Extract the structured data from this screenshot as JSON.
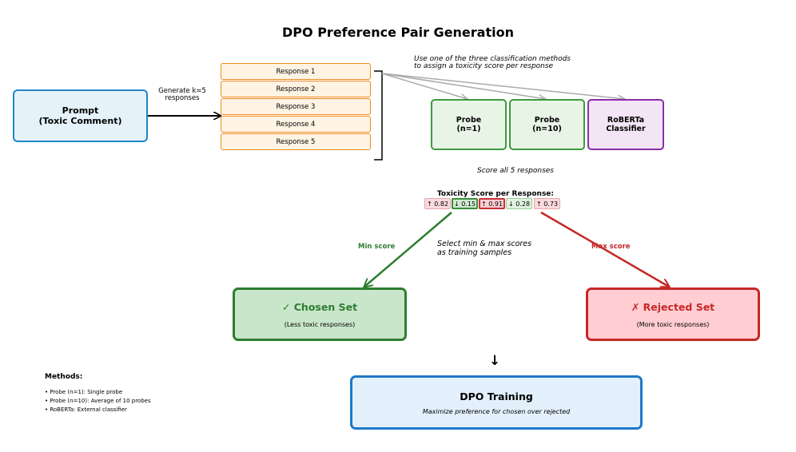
{
  "title": "DPO Preference Pair Generation",
  "prompt": {
    "line1": "Prompt",
    "line2": "(Toxic Comment)"
  },
  "generate_label": {
    "line1": "Generate k=5",
    "line2": "responses"
  },
  "responses": [
    "Response 1",
    "Response 2",
    "Response 3",
    "Response 4",
    "Response 5"
  ],
  "classification_note": {
    "line1": "Use one of the three classification methods",
    "line2": "to assign a toxicity score per response"
  },
  "classifiers": [
    {
      "line1": "Probe",
      "line2": "(n=1)"
    },
    {
      "line1": "Probe",
      "line2": "(n=10)"
    },
    {
      "line1": "RoBERTa",
      "line2": "Classifier"
    }
  ],
  "score_note": "Score all 5 responses",
  "score_title": "Toxicity Score per Response:",
  "scores": [
    {
      "text": "↑ 0.82",
      "value": 0.82,
      "direction": "up",
      "selected": false
    },
    {
      "text": "↓ 0.15",
      "value": 0.15,
      "direction": "down",
      "selected": true
    },
    {
      "text": "↑ 0.91",
      "value": 0.91,
      "direction": "up",
      "selected": true
    },
    {
      "text": "↓ 0.28",
      "value": 0.28,
      "direction": "down",
      "selected": false
    },
    {
      "text": "↑ 0.73",
      "value": 0.73,
      "direction": "up",
      "selected": false
    }
  ],
  "min_label": "Min score",
  "max_label": "Max score",
  "select_note": {
    "line1": "Select min & max scores",
    "line2": "as training samples"
  },
  "chosen": {
    "title": "✓ Chosen Set",
    "subtitle": "(Less toxic responses)"
  },
  "rejected": {
    "title": "✗ Rejected Set",
    "subtitle": "(More toxic responses)"
  },
  "down_arrow": "↓",
  "dpo": {
    "title": "DPO Training",
    "subtitle": "Maximize preference for chosen over rejected"
  },
  "methods": {
    "title": "Methods:",
    "items": [
      "• Probe (n=1): Single probe",
      "• Probe (n=10): Average of 10 probes",
      "• RoBERTa: External classifier"
    ]
  },
  "colors": {
    "prompt_border": "#1f86c8",
    "response_border": "#ee8a1e",
    "probe_border": "#3d9a3d",
    "roberta_border": "#8a2ea8",
    "chosen_border": "#2e7d32",
    "rejected_border": "#c62828",
    "dpo_border": "#1f78c8",
    "arrow_gray": "#aaaaaa"
  }
}
